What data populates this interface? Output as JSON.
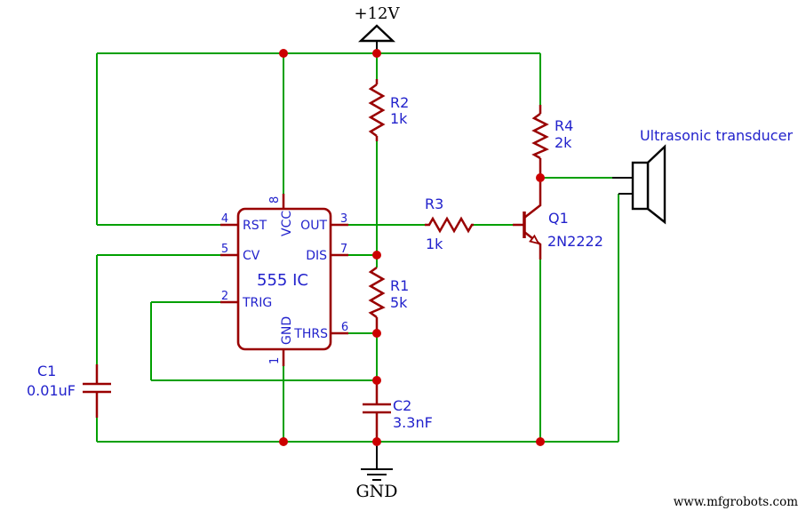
{
  "colors": {
    "wire": "#00A000",
    "component": "#990000",
    "junction_dot": "#CC0000",
    "label_blue": "#2222CC",
    "symbol_black": "#000000",
    "background": "#FFFFFF"
  },
  "power": {
    "vcc_label": "+12V",
    "gnd_label": "GND"
  },
  "ic": {
    "title": "555 IC",
    "pins": {
      "rst": {
        "number": "4",
        "label": "RST"
      },
      "cv": {
        "number": "5",
        "label": "CV"
      },
      "trig": {
        "number": "2",
        "label": "TRIG"
      },
      "out": {
        "number": "3",
        "label": "OUT"
      },
      "dis": {
        "number": "7",
        "label": "DIS"
      },
      "thrs": {
        "number": "6",
        "label": "THRS"
      },
      "vcc": {
        "number": "8",
        "label": "VCC"
      },
      "gnd": {
        "number": "1",
        "label": "GND"
      }
    }
  },
  "components": {
    "r1": {
      "ref": "R1",
      "value": "5k"
    },
    "r2": {
      "ref": "R2",
      "value": "1k"
    },
    "r3": {
      "ref": "R3",
      "value": "1k"
    },
    "r4": {
      "ref": "R4",
      "value": "2k"
    },
    "c1": {
      "ref": "C1",
      "value": "0.01uF"
    },
    "c2": {
      "ref": "C2",
      "value": "3.3nF"
    },
    "q1": {
      "ref": "Q1",
      "value": "2N2222"
    },
    "transducer": {
      "label": "Ultrasonic transducer"
    }
  },
  "watermark": "www.mfgrobots.com"
}
